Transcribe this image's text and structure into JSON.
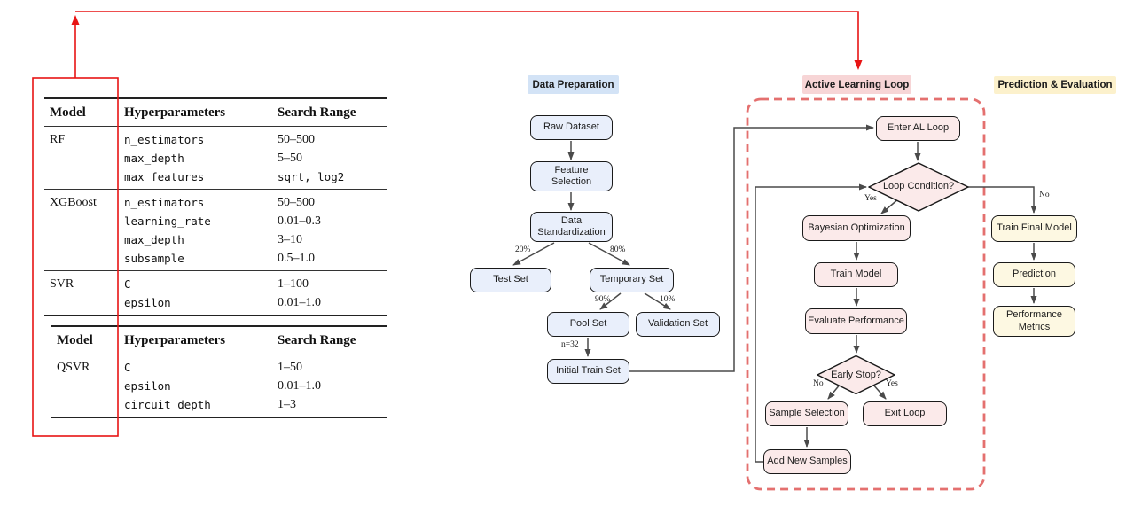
{
  "colors": {
    "blue_label": "#d3e3f6",
    "blue_fill": "#e9effb",
    "pink_label": "#f7d5d6",
    "pink_fill": "#fbeaea",
    "yellow_label": "#fcf1cc",
    "yellow_fill": "#fdf8e2",
    "dashed_border": "#e4706f",
    "highlight_red": "#e81414",
    "arrow": "#4a4a4a"
  },
  "tables": {
    "classical": {
      "headers": [
        "Model",
        "Hyperparameters",
        "Search Range"
      ],
      "groups": [
        {
          "model": "RF",
          "rows": [
            [
              "n_estimators",
              "50–500"
            ],
            [
              "max_depth",
              "5–50"
            ],
            [
              "max_features",
              "sqrt, log2"
            ]
          ]
        },
        {
          "model": "XGBoost",
          "rows": [
            [
              "n_estimators",
              "50–500"
            ],
            [
              "learning_rate",
              "0.01–0.3"
            ],
            [
              "max_depth",
              "3–10"
            ],
            [
              "subsample",
              "0.5–1.0"
            ]
          ]
        },
        {
          "model": "SVR",
          "rows": [
            [
              "C",
              "1–100"
            ],
            [
              "epsilon",
              "0.01–1.0"
            ]
          ]
        }
      ]
    },
    "quantum": {
      "headers": [
        "Model",
        "Hyperparameters",
        "Search Range"
      ],
      "groups": [
        {
          "model": "QSVR",
          "rows": [
            [
              "C",
              "1–50"
            ],
            [
              "epsilon",
              "0.01–1.0"
            ],
            [
              "circuit depth",
              "1–3"
            ]
          ]
        }
      ]
    }
  },
  "flowchart": {
    "sections": {
      "data_prep": {
        "label": "Data Preparation"
      },
      "active_learning": {
        "label": "Active Learning Loop"
      },
      "prediction": {
        "label": "Prediction & Evaluation"
      }
    },
    "nodes": {
      "raw_dataset": "Raw Dataset",
      "feature_selection": "Feature\nSelection",
      "data_standardization": "Data\nStandardization",
      "test_set": "Test Set",
      "temporary_set": "Temporary Set",
      "pool_set": "Pool Set",
      "validation_set": "Validation Set",
      "initial_train_set": "Initial Train Set",
      "enter_al_loop": "Enter AL Loop",
      "loop_condition": "Loop Condition?",
      "bayesian_optimization": "Bayesian Optimization",
      "train_model": "Train Model",
      "evaluate_performance": "Evaluate Performance",
      "early_stop": "Early Stop?",
      "sample_selection": "Sample Selection",
      "exit_loop": "Exit Loop",
      "add_new_samples": "Add New Samples",
      "train_final_model": "Train Final Model",
      "prediction": "Prediction",
      "performance_metrics": "Performance\nMetrics"
    },
    "edge_labels": {
      "split20": "20%",
      "split80": "80%",
      "split90": "90%",
      "split10": "10%",
      "n_init": "n=32",
      "loop_yes": "Yes",
      "loop_no": "No",
      "early_no": "No",
      "early_yes": "Yes"
    }
  }
}
